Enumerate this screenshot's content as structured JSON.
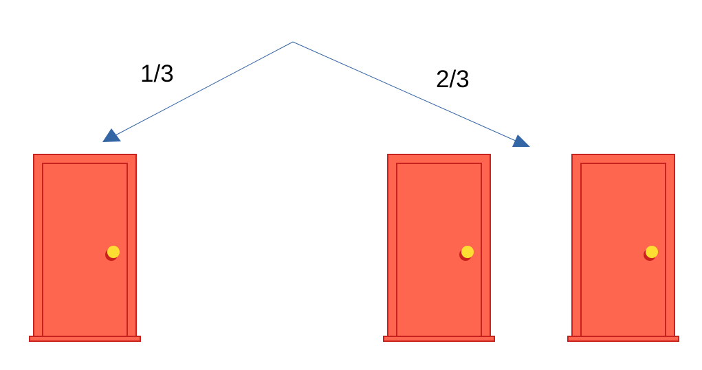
{
  "probabilities": {
    "left_branch": "1/3",
    "right_branch": "2/3"
  },
  "doors": [
    {
      "id": "door-1"
    },
    {
      "id": "door-2"
    },
    {
      "id": "door-3"
    }
  ],
  "colors": {
    "arrow": "#3465a4",
    "door_fill": "#ff6650",
    "door_stroke": "#c9211e",
    "knob": "#ffde33",
    "knob_shadow": "#c9211e",
    "text": "#000000"
  }
}
